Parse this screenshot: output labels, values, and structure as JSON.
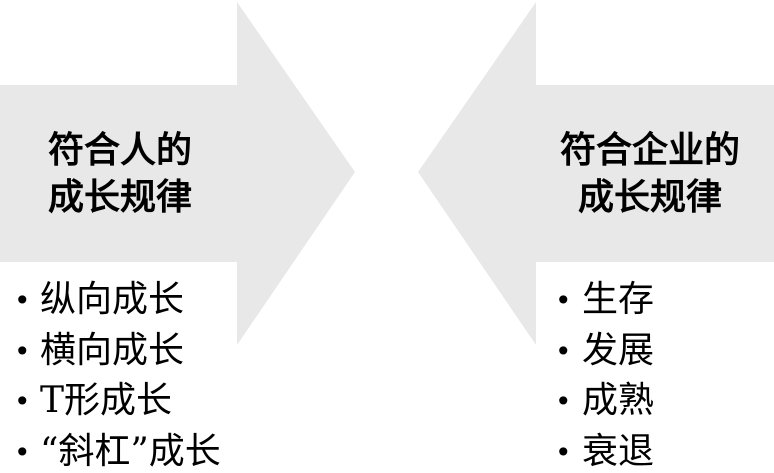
{
  "left": {
    "title_lines": [
      "符合人的",
      "成长规律"
    ],
    "items": [
      "纵向成长",
      "横向成长",
      "T形成长",
      "“斜杠”成长"
    ]
  },
  "right": {
    "title_lines": [
      "符合企业的",
      "成长规律"
    ],
    "items": [
      "生存",
      "发展",
      "成熟",
      "衰退"
    ]
  },
  "colors": {
    "arrow_fill": "#e8e8e8",
    "text": "#000000"
  }
}
